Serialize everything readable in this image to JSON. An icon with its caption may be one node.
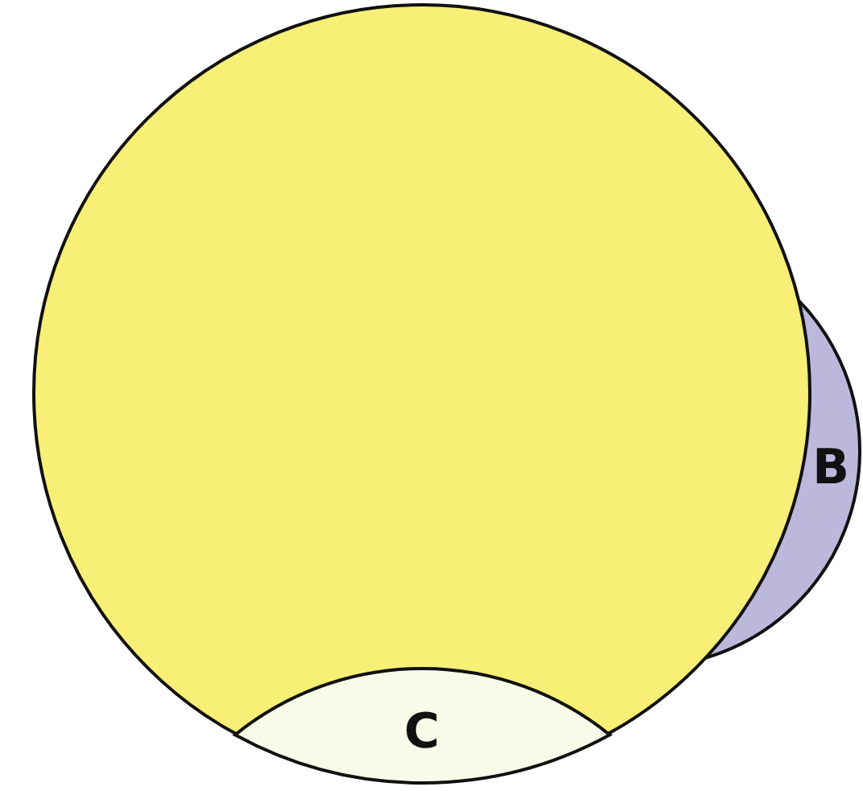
{
  "diagram": {
    "nodes": [
      {
        "text": [],
        "shape": "circle"
      },
      {
        "text": [
          "B"
        ]
      },
      {
        "text": [
          "C"
        ],
        "in": 0
      }
    ],
    "edges": []
  }
}
